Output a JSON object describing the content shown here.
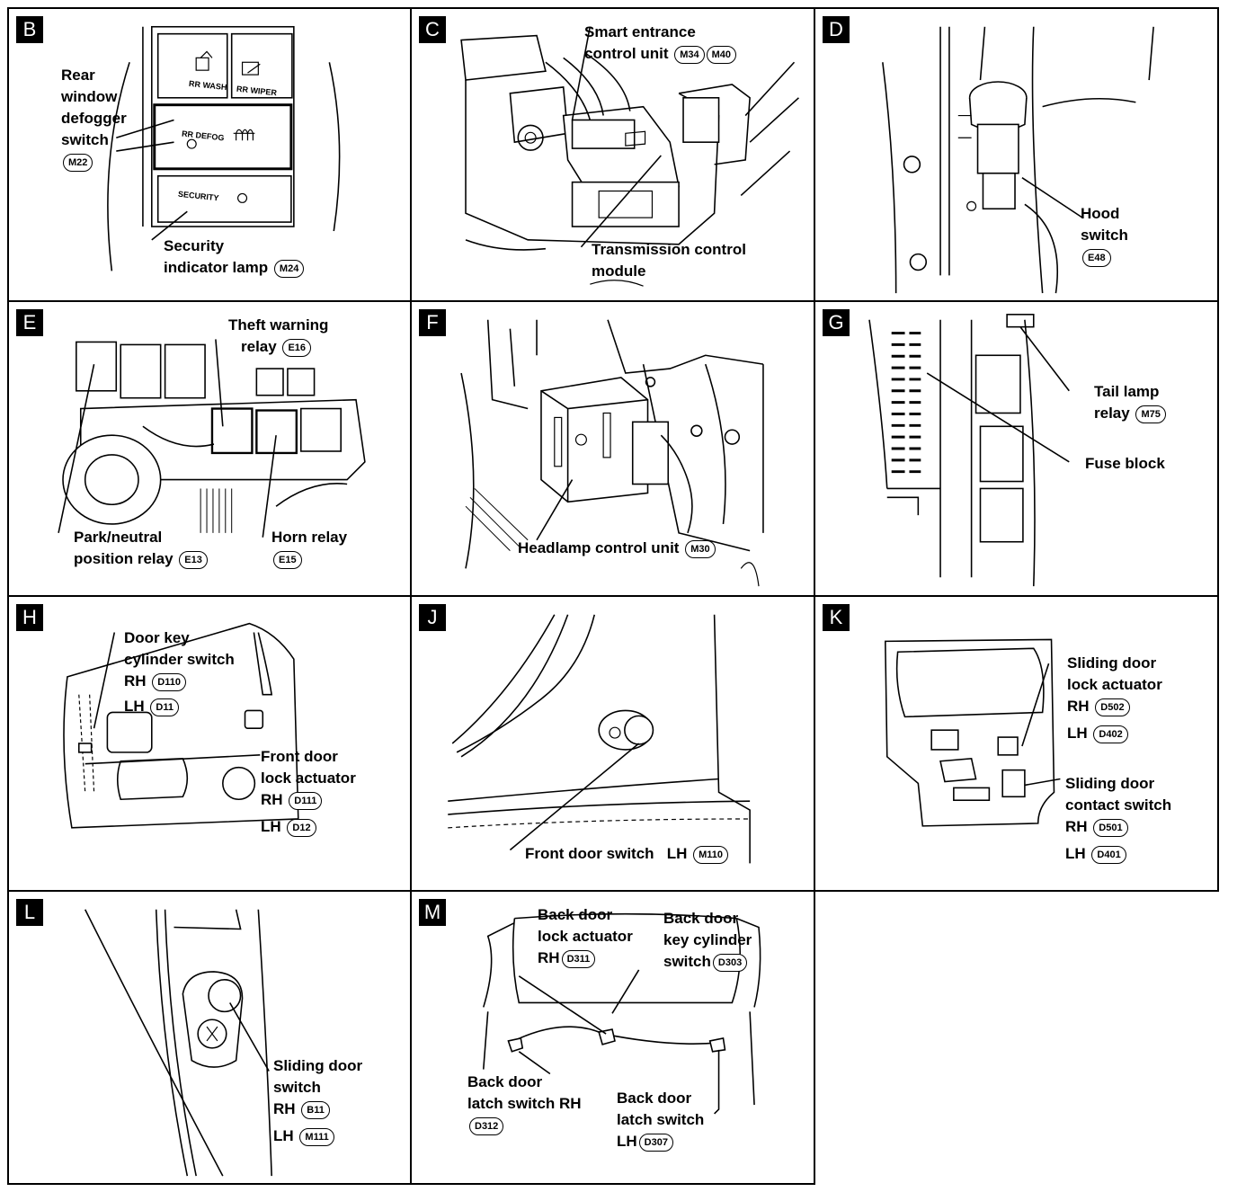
{
  "panels": {
    "B": {
      "badge": "B",
      "label_line1": "Rear",
      "label_line2": "window",
      "label_line3": "defogger",
      "label_line4": "switch",
      "conn_switch": "M22",
      "btn_wash": "RR WASH",
      "btn_wiper": "RR WIPER",
      "btn_defog": "RR DEFOG",
      "btn_security": "SECURITY",
      "lamp_line1": "Security",
      "lamp_line2": "indicator lamp",
      "conn_lamp": "M24"
    },
    "C": {
      "badge": "C",
      "label_line1": "Smart entrance",
      "label_line2": "control unit",
      "conn_a": "M34",
      "conn_b": "M40",
      "tcm_line1": "Transmission control",
      "tcm_line2": "module"
    },
    "D": {
      "badge": "D",
      "label_line1": "Hood",
      "label_line2": "switch",
      "conn": "E48"
    },
    "E": {
      "badge": "E",
      "theft_line1": "Theft warning",
      "theft_line2": "relay",
      "conn_theft": "E16",
      "park_line1": "Park/neutral",
      "park_line2": "position relay",
      "conn_park": "E13",
      "horn_line1": "Horn relay",
      "conn_horn": "E15"
    },
    "F": {
      "badge": "F",
      "label": "Headlamp control unit",
      "conn": "M30"
    },
    "G": {
      "badge": "G",
      "tail_line1": "Tail lamp",
      "tail_line2": "relay",
      "conn_tail": "M75",
      "fuse_label": "Fuse block"
    },
    "H": {
      "badge": "H",
      "key_line1": "Door key",
      "key_line2": "cylinder switch",
      "rh": "RH",
      "lh": "LH",
      "conn_key_rh": "D110",
      "conn_key_lh": "D11",
      "lock_line1": "Front door",
      "lock_line2": "lock actuator",
      "conn_lock_rh": "D111",
      "conn_lock_lh": "D12"
    },
    "J": {
      "badge": "J",
      "label": "Front door switch",
      "lh": "LH",
      "conn": "M110"
    },
    "K": {
      "badge": "K",
      "lock_line1": "Sliding door",
      "lock_line2": "lock actuator",
      "rh": "RH",
      "lh": "LH",
      "conn_lock_rh": "D502",
      "conn_lock_lh": "D402",
      "contact_line1": "Sliding door",
      "contact_line2": "contact switch",
      "conn_contact_rh": "D501",
      "conn_contact_lh": "D401"
    },
    "L": {
      "badge": "L",
      "label_line1": "Sliding door",
      "label_line2": "switch",
      "rh": "RH",
      "lh": "LH",
      "conn_rh": "B11",
      "conn_lh": "M111"
    },
    "M": {
      "badge": "M",
      "lock_line1": "Back door",
      "lock_line2": "lock actuator",
      "rh": "RH",
      "conn_lock": "D311",
      "key_line1": "Back door",
      "key_line2": "key cylinder",
      "key_line3": "switch",
      "conn_key": "D303",
      "latch_rh_line1": "Back door",
      "latch_rh_line2": "latch switch RH",
      "conn_latch_rh": "D312",
      "latch_lh_line1": "Back door",
      "latch_lh_line2": "latch switch",
      "lh": "LH",
      "conn_latch_lh": "D307"
    }
  }
}
